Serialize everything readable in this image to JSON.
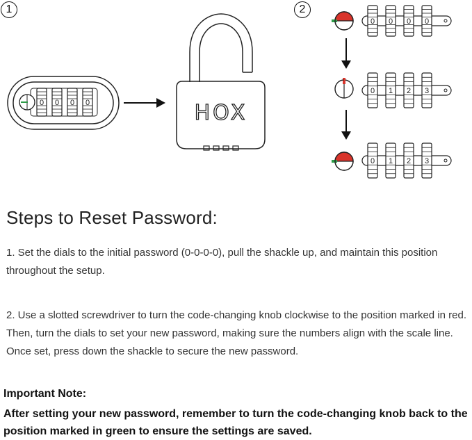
{
  "steps": {
    "step1_number": "1",
    "step2_number": "2"
  },
  "lock_logo": "HOX",
  "dials": {
    "overview": [
      "0",
      "0",
      "0",
      "0"
    ],
    "row1": [
      "0",
      "0",
      "0",
      "0"
    ],
    "row2": [
      "0",
      "1",
      "2",
      "3"
    ],
    "row3": [
      "0",
      "1",
      "2",
      "3"
    ]
  },
  "colors": {
    "red_mark": "#d9342b",
    "green_mark": "#2e9c48"
  },
  "text": {
    "title": "Steps to Reset Password:",
    "step1": "1. Set the dials to the initial password (0-0-0-0), pull the shackle up, and maintain this position throughout the setup.",
    "step2": "2. Use a slotted screwdriver to turn the code-changing knob clockwise to the position marked in red. Then, turn the dials to set your new password, making sure the numbers align with the scale line. Once set, press down the shackle to secure the new password.",
    "note_title": "Important Note:",
    "note_body": "After setting your new password, remember to turn the code-changing knob back to the position marked in green to ensure the settings are saved."
  }
}
